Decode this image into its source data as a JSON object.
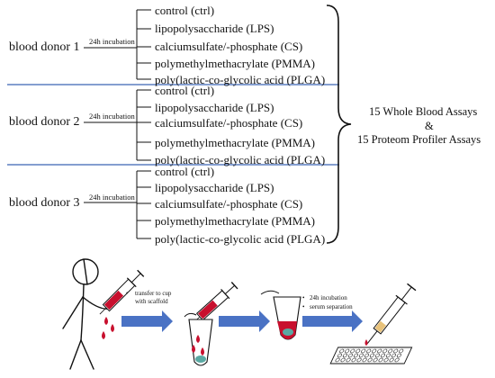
{
  "donors": [
    {
      "name": "blood donor 1",
      "incubation": "24h incubation",
      "conditions": [
        "control (ctrl)",
        "lipopolysaccharide (LPS)",
        "calciumsulfate/-phosphate (CS)",
        "polymethylmethacrylate (PMMA)",
        "poly(lactic-co-glycolic acid (PLGA)"
      ]
    },
    {
      "name": "blood donor 2",
      "incubation": "24h incubation",
      "conditions": [
        "control (ctrl)",
        "lipopolysaccharide (LPS)",
        "calciumsulfate/-phosphate (CS)",
        "polymethylmethacrylate (PMMA)",
        "poly(lactic-co-glycolic acid (PLGA)"
      ]
    },
    {
      "name": "blood donor 3",
      "incubation": "24h incubation",
      "conditions": [
        "control (ctrl)",
        "lipopolysaccharide (LPS)",
        "calciumsulfate/-phosphate (CS)",
        "polymethylmethacrylate (PMMA)",
        "poly(lactic-co-glycolic acid (PLGA)"
      ]
    }
  ],
  "assays": {
    "line1": "15 Whole Blood Assays",
    "amp": "&",
    "line2": "15  Proteom Profiler Assays"
  },
  "workflow": {
    "step1": "transfer to cup with scaffold",
    "step2a": "24h incubation",
    "step2b": "serum separation"
  },
  "colors": {
    "separator": "#3a63b3",
    "arrow": "#4a72c4",
    "blood": "#c8102e",
    "serum": "#5aa9a3"
  }
}
